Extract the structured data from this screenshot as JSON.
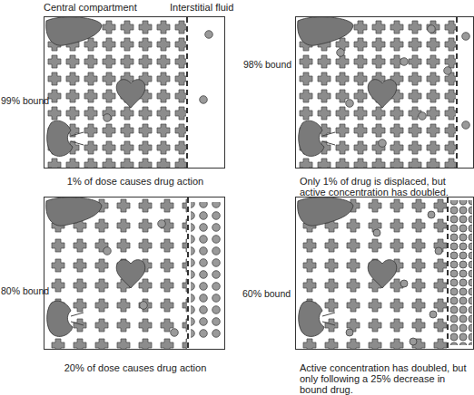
{
  "diagram": {
    "nodes": [
      {
        "text": [
          "99% bound",
          "1% of dose causes drug action"
        ]
      },
      {
        "text": [
          "98% bound",
          "Only 1% of drug is displaced, but active concentration has doubled."
        ]
      },
      {
        "text": [
          "80% bound",
          "20% of dose causes drug action"
        ]
      },
      {
        "text": [
          "60% bound",
          "Active concentration has doubled, but only following a 25% decrease in bound drug."
        ]
      }
    ],
    "labels": [
      "Central compartment",
      "Interstitial fluid"
    ]
  }
}
